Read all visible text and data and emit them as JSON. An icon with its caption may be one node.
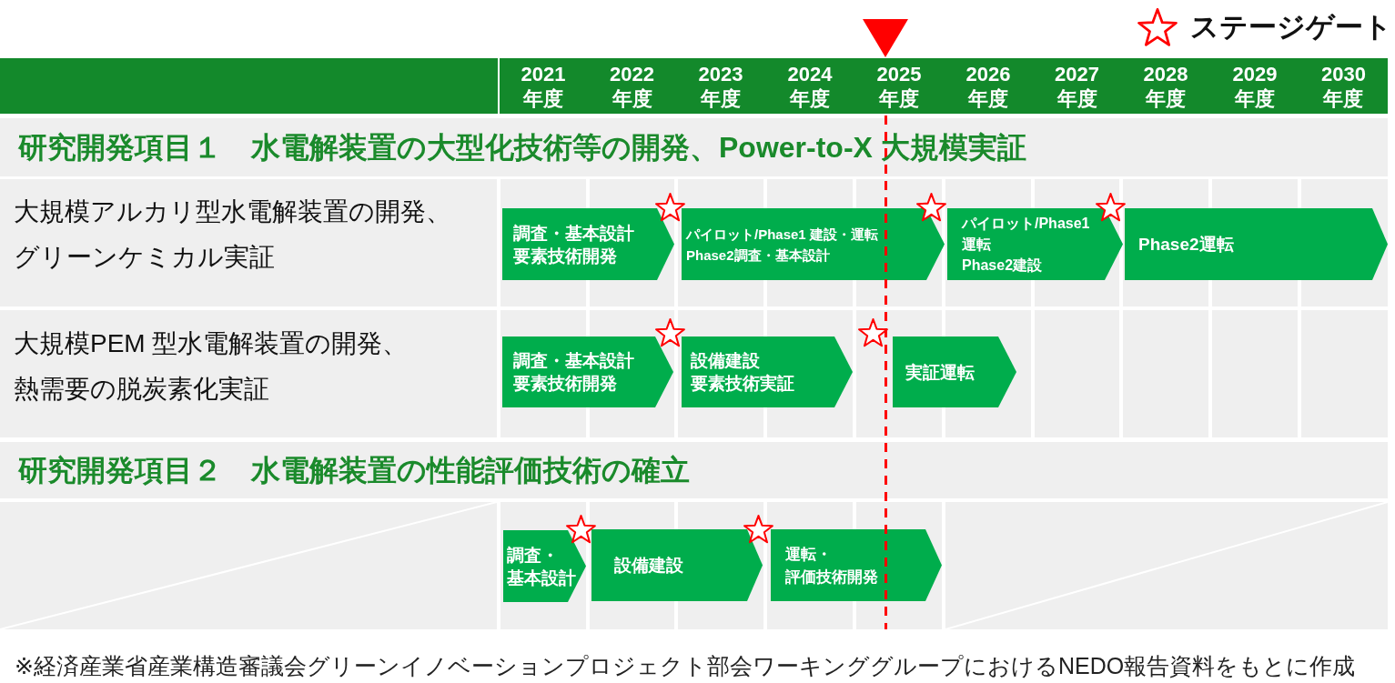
{
  "diagram": {
    "nodes": [
      {
        "text": [
          "研究開発項目１　水電解装置の大型化技術等の開発、Power-to-X 大規模実証"
        ]
      },
      {
        "text": [
          "大規模アルカリ型水電解装置の開発、グリーンケミカル実証"
        ]
      },
      {
        "text": [
          "調査・基本設計",
          "要素技術開発"
        ],
        "in": 1
      },
      {
        "text": [],
        "shape": "star",
        "in": 1
      },
      {
        "text": [
          "パイロット/Phase1 建設・運転",
          "Phase2調査・基本設計"
        ],
        "in": 1
      },
      {
        "text": [],
        "shape": "star",
        "in": 1
      },
      {
        "text": [
          "パイロット/Phase1 運転",
          "Phase2建設"
        ],
        "in": 1
      },
      {
        "text": [],
        "shape": "star",
        "in": 1
      },
      {
        "text": [
          "Phase2運転"
        ],
        "in": 1
      },
      {
        "text": [
          "大規模PEM 型水電解装置の開発、熱需要の脱炭素化実証"
        ]
      },
      {
        "text": [
          "調査・基本設計",
          "要素技術開発"
        ],
        "in": 9
      },
      {
        "text": [],
        "shape": "star",
        "in": 9
      },
      {
        "text": [
          "設備建設",
          "要素技術実証"
        ],
        "in": 9
      },
      {
        "text": [],
        "shape": "star",
        "in": 9
      },
      {
        "text": [
          "実証運転"
        ],
        "in": 9
      },
      {
        "text": [
          "研究開発項目２　水電解装置の性能評価技術の確立"
        ]
      },
      {
        "text": [],
        "shape": "box"
      },
      {
        "text": [
          "調査・基本設計"
        ],
        "in": 16
      },
      {
        "text": [],
        "shape": "star",
        "in": 16
      },
      {
        "text": [
          "設備建設"
        ],
        "in": 16
      },
      {
        "text": [],
        "shape": "star",
        "in": 16
      },
      {
        "text": [
          "運転・評価技術開発"
        ],
        "in": 16
      }
    ],
    "labels": [
      "2021年度",
      "2022年度",
      "2023年度",
      "2024年度",
      "2025年度",
      "2026年度",
      "2027年度",
      "2028年度",
      "2029年度",
      "2030年度"
    ],
    "legend": [
      {
        "text": "ステージゲート"
      }
    ],
    "caption": "※経済産業省産業構造審議会グリーンイノベーションプロジェクト部会ワーキンググループにおけるNEDO報告資料をもとに作成"
  }
}
